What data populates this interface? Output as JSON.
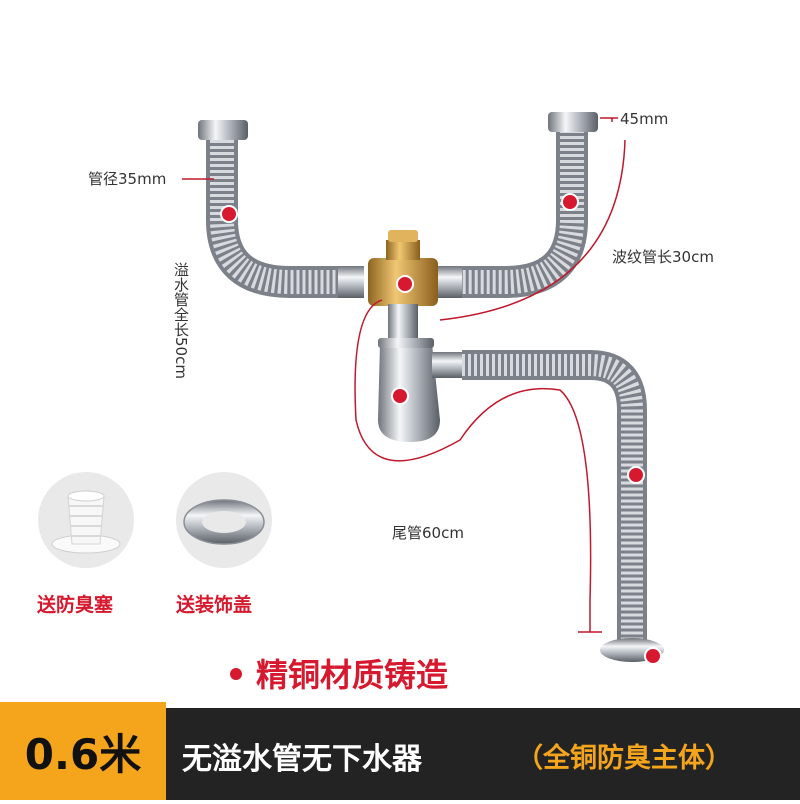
{
  "labels": {
    "pipe_diameter": "管径35mm",
    "top_size": "45mm",
    "bellows_length": "波纹管长30cm",
    "overflow_length": "溢水管全长50cm",
    "tail_pipe": "尾管60cm"
  },
  "accessories": [
    {
      "label": "送防臭塞",
      "icon": "odor-plug"
    },
    {
      "label": "送装饰盖",
      "icon": "decorative-cover"
    }
  ],
  "slogan": "精铜材质铸造",
  "bottom_bar": {
    "badge": "0.6米",
    "title": "无溢水管无下水器",
    "subtitle": "（全铜防臭主体）"
  },
  "colors": {
    "accent_red": "#d6192e",
    "badge_orange": "#f4a51c",
    "bar_dark": "#232323",
    "chrome": "#c8ccd2",
    "brass": "#d2a247"
  }
}
